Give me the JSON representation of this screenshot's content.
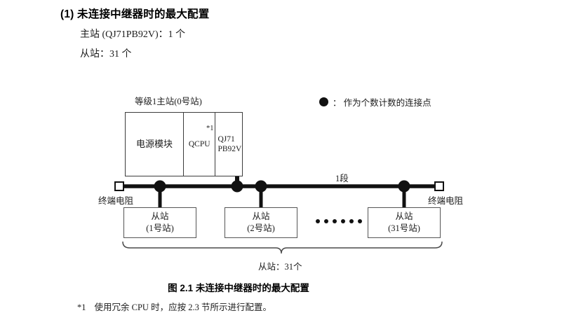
{
  "heading": {
    "section_title": "(1) 未连接中继器时的最大配置",
    "spec_master": "主站 (QJ71PB92V)：1 个",
    "spec_slave": "从站：31 个"
  },
  "legend": {
    "symbol": "filled-circle",
    "text": "： 作为个数计数的连接点"
  },
  "diagram": {
    "master_caption": "等级1主站(0号站)",
    "master_unit": {
      "power_module": "电源模块",
      "cpu": "QCPU",
      "cpu_footnote_mark": "*1",
      "network_module_line1": "QJ71",
      "network_module_line2": "PB92V"
    },
    "segment_label": "1段",
    "terminator_left": "终端电阻",
    "terminator_right": "终端电阻",
    "slaves": [
      {
        "name": "从站",
        "station": "(1号站)"
      },
      {
        "name": "从站",
        "station": "(2号站)"
      },
      {
        "name": "从站",
        "station": "(31号站)"
      }
    ],
    "ellipsis_dot_count": 6,
    "brace_label": "从站：31个"
  },
  "figure": {
    "caption": "图 2.1  未连接中继器时的最大配置"
  },
  "footnote": {
    "mark": "*1",
    "text": "使用冗余 CPU 时，应按 2.3 节所示进行配置。"
  },
  "colors": {
    "ink": "#1c1c1c",
    "bus": "#111111",
    "box_border": "#555555",
    "background": "#ffffff"
  }
}
